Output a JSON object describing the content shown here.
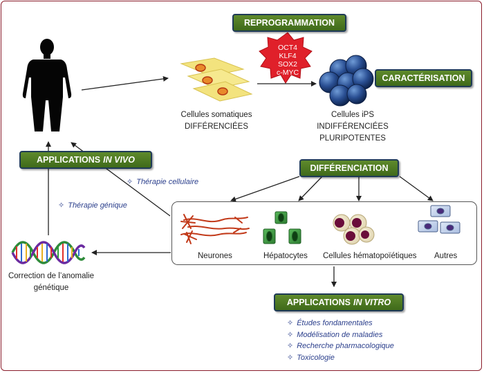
{
  "boxes": {
    "reprogrammation": "REPROGRAMMATION",
    "caracterisation": "CARACTÉRISATION",
    "differenciation": "DIFFÉRENCIATION",
    "vivo_prefix": "APPLICATIONS",
    "vivo_em": "IN VIVO",
    "vitro_prefix": "APPLICATIONS",
    "vitro_em": "IN VITRO"
  },
  "factors": [
    "OCT4",
    "KLF4",
    "SOX2",
    "c-MYC"
  ],
  "somatic": {
    "line1": "Cellules somatiques",
    "line2": "DIFFÉRENCIÉES"
  },
  "ips": {
    "line1": "Cellules iPS",
    "line2": "INDIFFÉRENCIÉES",
    "line3": "PLURIPOTENTES"
  },
  "therapies": {
    "cellulaire": "Thérapie cellulaire",
    "genique": "Thérapie génique",
    "symbol": "✧"
  },
  "correction": {
    "line1": "Correction de l’anomalie",
    "line2": "génétique"
  },
  "cell_types": [
    "Neurones",
    "Hépatocytes",
    "Cellules hématopoïétiques",
    "Autres"
  ],
  "vitro_items": [
    "Études fondamentales",
    "Modélisation de maladies",
    "Recherche pharmacologique",
    "Toxicologie"
  ],
  "colors": {
    "box_green": "#4f7a24",
    "box_border": "#1e3a57",
    "italic_blue": "#2b3f8c",
    "frame": "#8a1c2b",
    "starburst": "#e0202a",
    "ips_blue": "#1e3f7a"
  }
}
